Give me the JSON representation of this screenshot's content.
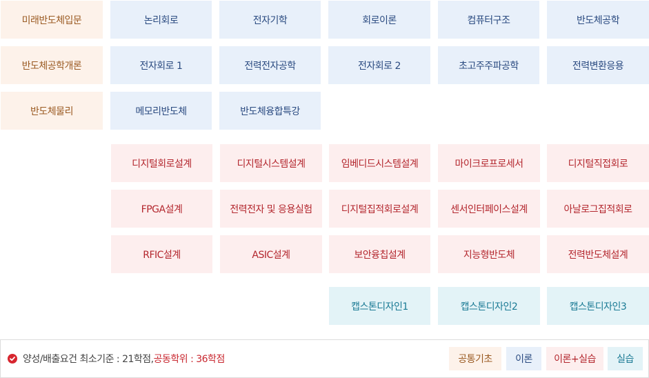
{
  "colors": {
    "foundation_bg": "#fdf2ea",
    "foundation_text": "#9a5a22",
    "theory_bg": "#e8f0fa",
    "theory_text": "#2a4a80",
    "lab_bg": "#fdeeee",
    "lab_text": "#b3262d",
    "practice_bg": "#e3f3f7",
    "practice_text": "#1a7a94",
    "check_icon": "#d7262f"
  },
  "foundation": [
    "미래반도체입문",
    "반도체공학개론",
    "반도체물리"
  ],
  "theory": {
    "row1": [
      "논리회로",
      "전자기학",
      "회로이론",
      "컴퓨터구조",
      "반도체공학"
    ],
    "row2": [
      "전자회로 1",
      "전력전자공학",
      "전자회로 2",
      "초고주주파공학",
      "전력변환응용"
    ],
    "row3": [
      "메모리반도체",
      "반도체융합특강"
    ]
  },
  "theory_lab": {
    "row1": [
      "디지털회로설계",
      "디지털시스템설계",
      "임베디드시스템설계",
      "마이크로프로세서",
      "디지털직접회로"
    ],
    "row2": [
      "FPGA설계",
      "전력전자 및 응용실험",
      "디지털집적회로설계",
      "센서인터페이스설계",
      "아날로그집적회로"
    ],
    "row3": [
      "RFIC설계",
      "ASIC설계",
      "보안융칩설계",
      "지능형반도체",
      "전력반도체설계"
    ]
  },
  "practice": [
    "캡스톤디자인1",
    "캡스톤디자인2",
    "캡스톤디자인3"
  ],
  "footer": {
    "icon": "check-circle-icon",
    "note_prefix": "양성/배출요건 최소기준 : 21학점, ",
    "note_highlight": "공동학위 : 36학점",
    "legend": [
      "공통기초",
      "이론",
      "이론+실습",
      "실습"
    ]
  }
}
